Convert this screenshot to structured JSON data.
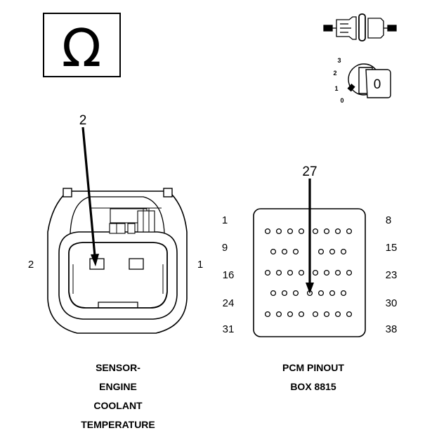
{
  "ohm_symbol": "Ω",
  "ignition": {
    "positions": [
      "3",
      "2",
      "1",
      "0"
    ],
    "key_position": "0"
  },
  "sensor_connector": {
    "callout": "2",
    "left_pin_label": "2",
    "right_pin_label": "1",
    "caption": [
      "SENSOR-",
      "ENGINE",
      "COOLANT",
      "TEMPERATURE"
    ]
  },
  "pcm_connector": {
    "callout": "27",
    "left_labels": [
      "1",
      "9",
      "16",
      "24",
      "31"
    ],
    "right_labels": [
      "8",
      "15",
      "23",
      "30",
      "38"
    ],
    "caption": [
      "PCM PINOUT",
      "BOX 8815"
    ]
  }
}
